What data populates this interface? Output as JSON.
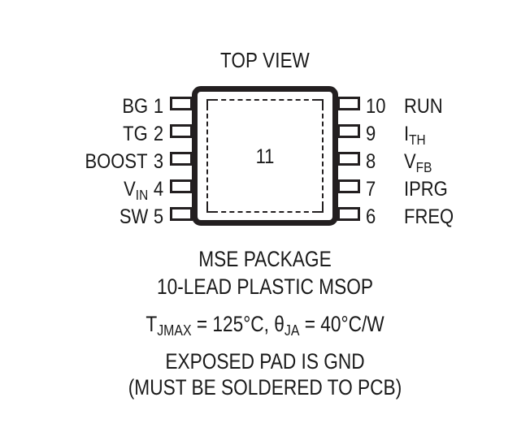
{
  "diagram": {
    "title": "TOP VIEW",
    "exposed_pad_number": "11",
    "body_color": "#231f20",
    "background_color": "#ffffff"
  },
  "pins": {
    "left": [
      {
        "number": "1",
        "name": "BG",
        "name_sub": ""
      },
      {
        "number": "2",
        "name": "TG",
        "name_sub": ""
      },
      {
        "number": "3",
        "name": "BOOST",
        "name_sub": ""
      },
      {
        "number": "4",
        "name": "V",
        "name_sub": "IN"
      },
      {
        "number": "5",
        "name": "SW",
        "name_sub": ""
      }
    ],
    "right": [
      {
        "number": "10",
        "name": "RUN",
        "name_sub": ""
      },
      {
        "number": "9",
        "name": "I",
        "name_sub": "TH"
      },
      {
        "number": "8",
        "name": "V",
        "name_sub": "FB"
      },
      {
        "number": "7",
        "name": "IPRG",
        "name_sub": ""
      },
      {
        "number": "6",
        "name": "FREQ",
        "name_sub": ""
      }
    ]
  },
  "caption": {
    "package_line1": "MSE PACKAGE",
    "package_line2": "10-LEAD PLASTIC MSOP",
    "thermal_tj_label": "T",
    "thermal_tj_sub": "JMAX",
    "thermal_tj_value": " = 125°C, ",
    "thermal_theta_label": "θ",
    "thermal_theta_sub": "JA",
    "thermal_theta_value": " = 40°C/W",
    "pad_line1": "EXPOSED PAD IS GND",
    "pad_line2": "(MUST BE SOLDERED TO PCB)"
  }
}
